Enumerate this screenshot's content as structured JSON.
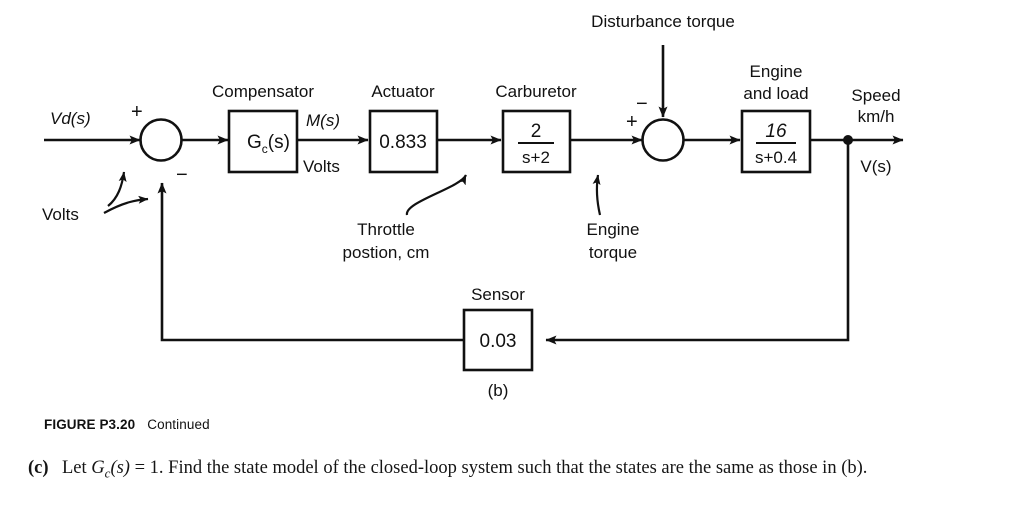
{
  "figure": {
    "id_label": "FIGURE P3.20",
    "continued_label": "Continued",
    "sub_caption": "(b)"
  },
  "diagram": {
    "input_signal": "Vd(s)",
    "input_units": "Volts",
    "plus_sign_top": "+",
    "minus_sign_sum1": "−",
    "compensator": {
      "title": "Compensator",
      "value_main": "G",
      "value_sub": "c",
      "value_tail": "(s)"
    },
    "compensator_output_signal": "M(s)",
    "compensator_output_units": "Volts",
    "actuator": {
      "title": "Actuator",
      "value": "0.833"
    },
    "actuator_annotation_line1": "Throttle",
    "actuator_annotation_line2": "postion, cm",
    "carburetor": {
      "title": "Carburetor",
      "numerator": "2",
      "denominator": "s+2"
    },
    "carburetor_annotation_line1": "Engine",
    "carburetor_annotation_line2": "torque",
    "disturbance_label": "Disturbance torque",
    "minus_sign_sum2": "−",
    "plus_sign_sum2": "+",
    "engine": {
      "title_line1": "Engine",
      "title_line2": "and load",
      "numerator": "16",
      "denominator": "s+0.4"
    },
    "output_label_line1": "Speed",
    "output_label_line2": "km/h",
    "output_signal": "V(s)",
    "sensor": {
      "title": "Sensor",
      "value": "0.03"
    },
    "colors": {
      "ink": "#111111",
      "background": "#ffffff"
    }
  },
  "problem": {
    "label": "(c)",
    "text_part1": "Let ",
    "math_gc": "G",
    "math_gc_sub": "c",
    "math_gc_tail": "(s)",
    "text_part2": " = 1. Find the state model of the closed-loop system such that the states are the same as those in (b)."
  }
}
